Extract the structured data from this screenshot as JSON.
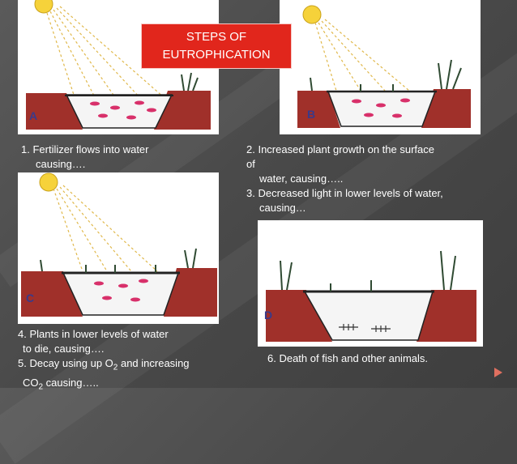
{
  "title": {
    "line1": "STEPS OF",
    "line2": "EUTROPHICATION"
  },
  "panels": {
    "a": {
      "letter": "A"
    },
    "b": {
      "letter": "B"
    },
    "c": {
      "letter": "C"
    },
    "d": {
      "letter": "D"
    }
  },
  "captions": {
    "step1": {
      "line1": "1.    Fertilizer flows into water",
      "line2": "causing…."
    },
    "step2": {
      "line1": "2. Increased plant growth on the surface",
      "line2": "of",
      "line3": "water, causing….."
    },
    "step3": {
      "line1": "3. Decreased light in lower levels of water,",
      "line2": "causing…"
    },
    "step4": {
      "line1": "4. Plants in lower levels of water",
      "line2": "to die, causing…."
    },
    "step5": {
      "pre": "5. Decay using up O",
      "sub": "2",
      "post": " and increasing",
      "co_pre": "CO",
      "co_sub": "2",
      "co_post": " causing….."
    },
    "step6": {
      "line1": "6. Death of fish and other animals."
    }
  },
  "colors": {
    "title_bg": "#e1261c",
    "bank": "#a0302a",
    "fish": "#d8306a",
    "sun": "#f6d23a",
    "plant": "#2f4a32"
  }
}
